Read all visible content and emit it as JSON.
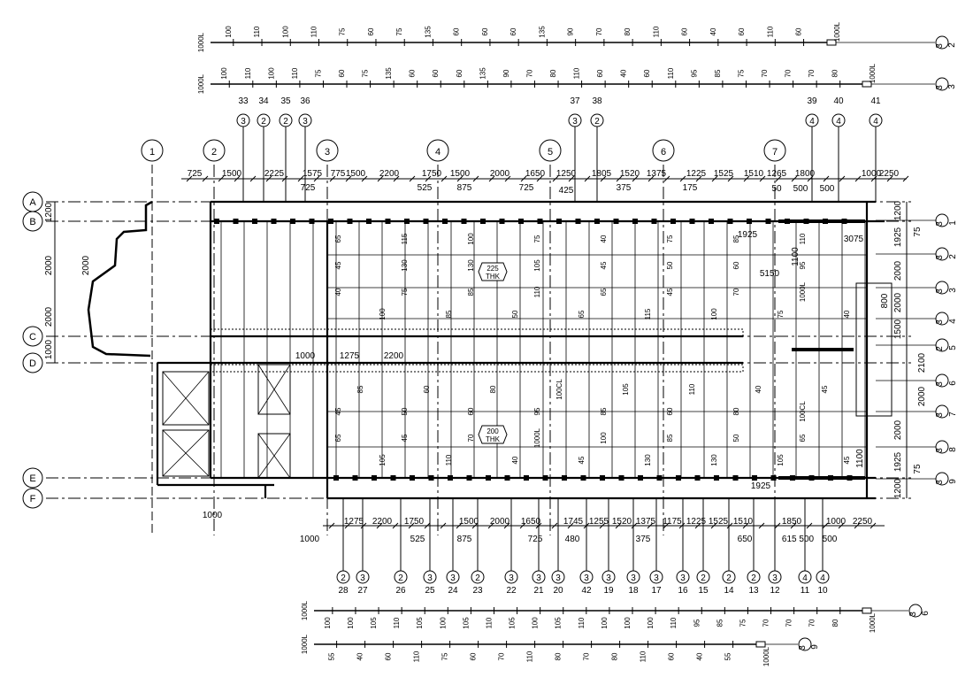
{
  "grid_columns": [
    "1",
    "2",
    "3",
    "4",
    "5",
    "6",
    "7"
  ],
  "grid_rows": [
    "A",
    "B",
    "C",
    "D",
    "E",
    "F"
  ],
  "top_sub_bubbles": [
    {
      "n": "3",
      "id": "33"
    },
    {
      "n": "2",
      "id": "34"
    },
    {
      "n": "2",
      "id": "35"
    },
    {
      "n": "3",
      "id": "36"
    },
    {
      "n": "3",
      "id": "37"
    },
    {
      "n": "2",
      "id": "38"
    },
    {
      "n": "4",
      "id": "39"
    },
    {
      "n": "4",
      "id": "40"
    },
    {
      "n": "4",
      "id": "41"
    }
  ],
  "bottom_sub_bubbles": [
    {
      "n": "2",
      "id": "28"
    },
    {
      "n": "3",
      "id": "27"
    },
    {
      "n": "2",
      "id": "26"
    },
    {
      "n": "3",
      "id": "25"
    },
    {
      "n": "3",
      "id": "24"
    },
    {
      "n": "2",
      "id": "23"
    },
    {
      "n": "3",
      "id": "22"
    },
    {
      "n": "3",
      "id": "21"
    },
    {
      "n": "3",
      "id": "20"
    },
    {
      "n": "3",
      "id": "42"
    },
    {
      "n": "3",
      "id": "19"
    },
    {
      "n": "3",
      "id": "18"
    },
    {
      "n": "3",
      "id": "17"
    },
    {
      "n": "3",
      "id": "16"
    },
    {
      "n": "2",
      "id": "15"
    },
    {
      "n": "2",
      "id": "14"
    },
    {
      "n": "2",
      "id": "13"
    },
    {
      "n": "3",
      "id": "12"
    },
    {
      "n": "4",
      "id": "11"
    },
    {
      "n": "4",
      "id": "10"
    }
  ],
  "right_sub_bubbles": [
    {
      "n": "3",
      "id": "1"
    },
    {
      "n": "3",
      "id": "2"
    },
    {
      "n": "3",
      "id": "3"
    },
    {
      "n": "3",
      "id": "4"
    },
    {
      "n": "2",
      "id": "5"
    },
    {
      "n": "3",
      "id": "6"
    },
    {
      "n": "3",
      "id": "7"
    },
    {
      "n": "3",
      "id": "8"
    },
    {
      "n": "3",
      "id": "9"
    }
  ],
  "top_dimensions": [
    "725",
    "1500",
    "2225",
    "1575",
    "775",
    "1500",
    "2200",
    "1750",
    "1500",
    "2000",
    "1650",
    "1250",
    "1805",
    "1520",
    "1375",
    "1225",
    "1525",
    "1510",
    "1265",
    "1800",
    "1000",
    "2250"
  ],
  "top_leader_dimensions": [
    "725",
    "525",
    "875",
    "725",
    "425",
    "375",
    "175",
    "50",
    "500",
    "500"
  ],
  "bottom_dimensions": [
    "1275",
    "2200",
    "1750",
    "1500",
    "2000",
    "1650",
    "1745",
    "1255",
    "1520",
    "1375",
    "1175",
    "1225",
    "1525",
    "1510",
    "1850",
    "1000",
    "2250"
  ],
  "bottom_leader_dimensions": [
    "1000",
    "525",
    "875",
    "725",
    "480",
    "375",
    "650",
    "615 500",
    "500"
  ],
  "right_dimensions": [
    "1200",
    "1925",
    "2000",
    "2000",
    "1500",
    "1200",
    "1925",
    "2000"
  ],
  "right_inner_dimensions": [
    "2100",
    "2000",
    "800"
  ],
  "right_leader_dimensions": [
    "75",
    "75"
  ],
  "left_dimensions": [
    "1200",
    "2000",
    "2000",
    "2000",
    "1000"
  ],
  "interior_dimensions": [
    "1925",
    "3075",
    "5150",
    "1100",
    "1100",
    "1925",
    "1275",
    "1000",
    "2200",
    "1000"
  ],
  "slab_tags": [
    "225\nTHK",
    "200\nTHK"
  ],
  "slab_tag_lines": [
    [
      "225",
      "THK"
    ],
    [
      "200",
      "THK"
    ]
  ],
  "rebar_end_label": "1000L",
  "rebar_lines": [
    {
      "bubble": {
        "n": "3",
        "id": "2"
      },
      "values": [
        "100",
        "110",
        "100",
        "110",
        "75",
        "60",
        "75",
        "135",
        "60",
        "60",
        "60",
        "135",
        "90",
        "70",
        "80",
        "110",
        "60",
        "40",
        "60",
        "110",
        "60"
      ]
    },
    {
      "bubble": {
        "n": "3",
        "id": "3"
      },
      "values": [
        "100",
        "110",
        "100",
        "110",
        "75",
        "60",
        "75",
        "135",
        "60",
        "60",
        "60",
        "135",
        "90",
        "70",
        "80",
        "110",
        "60",
        "40",
        "60",
        "110",
        "95",
        "85",
        "75",
        "70",
        "70",
        "70",
        "80"
      ]
    },
    {
      "bubble": {
        "n": "3",
        "id": "6"
      },
      "values": [
        "100",
        "100",
        "105",
        "110",
        "105",
        "100",
        "105",
        "110",
        "105",
        "100",
        "105",
        "110",
        "100",
        "100",
        "100",
        "110",
        "95",
        "85",
        "75",
        "70",
        "70",
        "70",
        "80"
      ]
    },
    {
      "bubble": {
        "n": "3",
        "id": "9"
      },
      "values": [
        "55",
        "40",
        "60",
        "110",
        "75",
        "60",
        "70",
        "110",
        "80",
        "70",
        "80",
        "110",
        "60",
        "40",
        "55"
      ]
    }
  ],
  "interior_values": [
    "65",
    "45",
    "40",
    "45",
    "65",
    "85",
    "100",
    "105",
    "115",
    "130",
    "75",
    "50",
    "45",
    "60",
    "85",
    "110",
    "100",
    "130",
    "85",
    "60",
    "70",
    "80",
    "50",
    "40",
    "75",
    "105",
    "110",
    "95",
    "1000L",
    "100CL"
  ]
}
